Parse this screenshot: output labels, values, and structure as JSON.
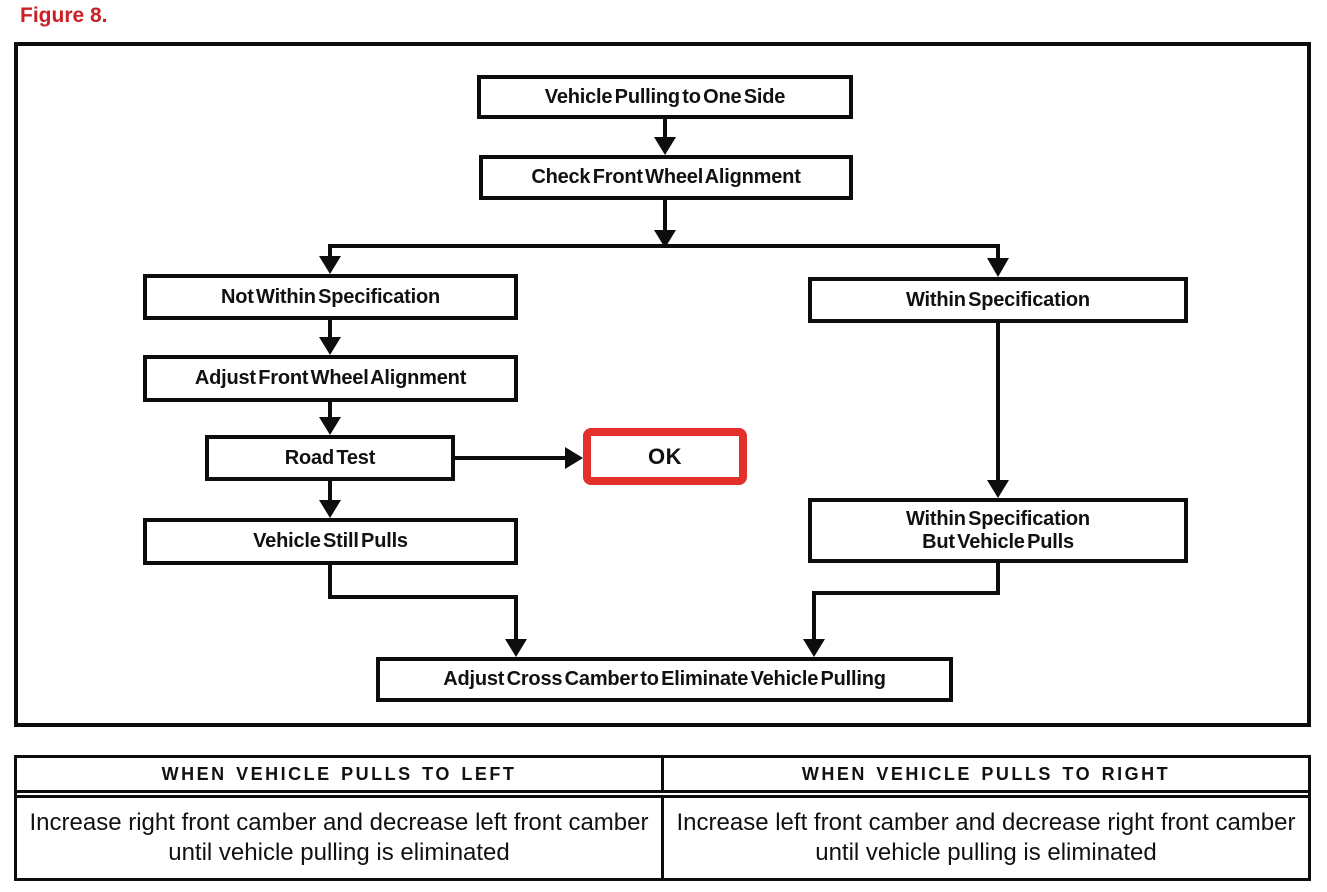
{
  "figure_label": "Figure 8.",
  "colors": {
    "accent_red": "#cb2026",
    "ok_border_red": "#e4302a",
    "ink": "#0d0d0d"
  },
  "flowchart": {
    "nodes": {
      "vehicle_pulling": {
        "label": "Vehicle Pulling to One Side"
      },
      "check_alignment": {
        "label": "Check Front Wheel Alignment"
      },
      "not_within_spec": {
        "label": "Not Within Specification"
      },
      "adjust_alignment": {
        "label": "Adjust Front Wheel Alignment"
      },
      "road_test": {
        "label": "Road Test"
      },
      "ok": {
        "label": "OK"
      },
      "vehicle_still_pulls": {
        "label": "Vehicle Still Pulls"
      },
      "within_spec": {
        "label": "Within Specification"
      },
      "within_spec_but_pulls": {
        "label": "Within Specification\nBut Vehicle Pulls"
      },
      "adjust_cross_camber": {
        "label": "Adjust Cross Camber to Eliminate Vehicle Pulling"
      }
    },
    "edges": [
      "vehicle_pulling -> check_alignment",
      "check_alignment -> not_within_spec",
      "check_alignment -> within_spec",
      "not_within_spec -> adjust_alignment",
      "adjust_alignment -> road_test",
      "road_test -> ok",
      "road_test -> vehicle_still_pulls",
      "within_spec -> within_spec_but_pulls",
      "vehicle_still_pulls -> adjust_cross_camber",
      "within_spec_but_pulls -> adjust_cross_camber"
    ]
  },
  "table": {
    "headers": [
      "WHEN VEHICLE PULLS TO LEFT",
      "WHEN VEHICLE PULLS TO RIGHT"
    ],
    "cells": [
      "Increase right front camber and decrease left front camber until vehicle pulling is eliminated",
      "Increase left front camber and decrease right front camber until vehicle pulling is eliminated"
    ]
  }
}
